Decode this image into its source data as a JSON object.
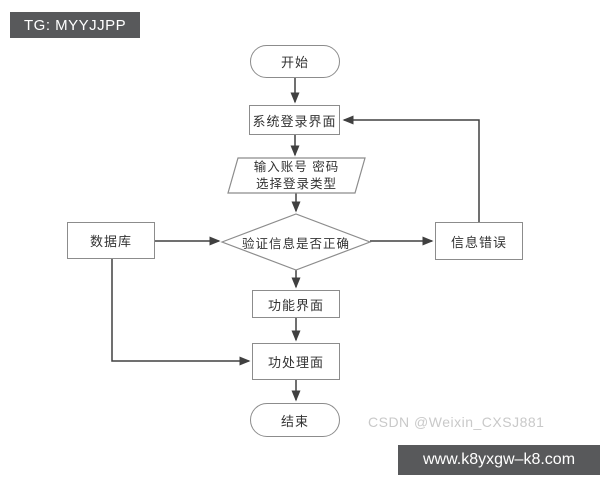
{
  "page": {
    "background": "#ffffff"
  },
  "badge": {
    "text": "TG: MYYJJPP",
    "bg": "#58595b",
    "text_color": "#ffffff"
  },
  "flowchart": {
    "colors": {
      "connector": "#404040",
      "shape_border": "#8c8c8c",
      "shape_fill": "#ffffff",
      "text": "#333333"
    },
    "nodes": {
      "start": {
        "type": "terminator",
        "label": "开始"
      },
      "login": {
        "type": "process",
        "label": "系统登录界面"
      },
      "input": {
        "type": "io",
        "line1": "输入账号 密码",
        "line2": "选择登录类型"
      },
      "verify": {
        "type": "decision",
        "label": "验证信息是否正确"
      },
      "database": {
        "type": "process",
        "label": "数据库"
      },
      "error": {
        "type": "process",
        "label": "信息错误"
      },
      "function": {
        "type": "process",
        "label": "功能界面"
      },
      "handle": {
        "type": "process",
        "label": "功处理面"
      },
      "end": {
        "type": "terminator",
        "label": "结束"
      }
    },
    "edges": [
      "start -> login",
      "login -> input",
      "input -> verify",
      "database -> verify",
      "verify -> error",
      "error -> login (feedback loop)",
      "verify -> function",
      "function -> handle",
      "database -> handle",
      "handle -> end"
    ]
  },
  "watermark": {
    "text": "CSDN @Weixin_CXSJ881",
    "color": "#c9c9c9"
  },
  "footer": {
    "text": "www.k8yxgw–k8.com",
    "bg": "#58595b",
    "text_color": "#ffffff"
  }
}
